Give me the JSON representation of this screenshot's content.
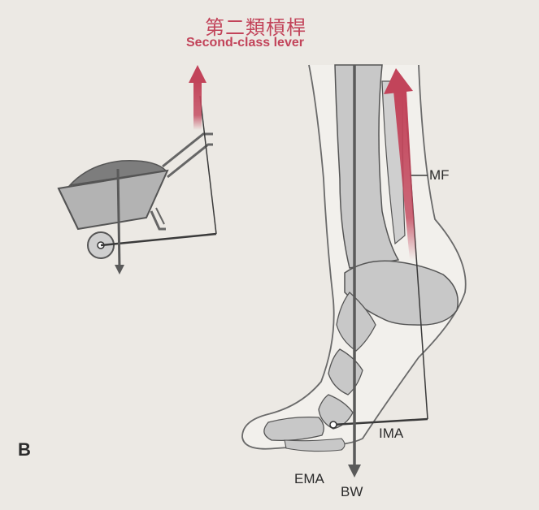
{
  "title": {
    "zh": "第二類槓桿",
    "en": "Second-class lever"
  },
  "labels": {
    "mf": "MF",
    "ima": "IMA",
    "ema": "EMA",
    "bw": "BW",
    "panel": "B"
  },
  "colors": {
    "muscle_force": "#c2445a",
    "bone_fill": "#c8c8c8",
    "outline": "#555555",
    "lever_line": "#3a3a3a",
    "background": "#ece9e4"
  },
  "icons": [
    "wheelbarrow-icon",
    "foot-skeleton-icon"
  ]
}
